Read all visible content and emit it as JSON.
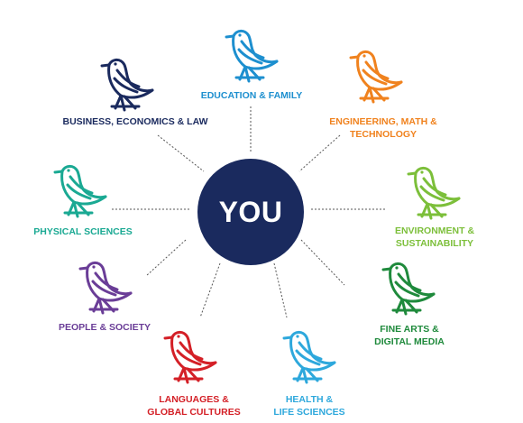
{
  "center": {
    "label": "YOU",
    "color": "#1a2a5e"
  },
  "categories": [
    {
      "key": "education",
      "lines": [
        "EDUCATION & FAMILY"
      ],
      "color": "#1d8fcf",
      "icon": "bird-icon"
    },
    {
      "key": "engineering",
      "lines": [
        "ENGINEERING, MATH &",
        "TECHNOLOGY"
      ],
      "color": "#f0821e",
      "icon": "bird-icon"
    },
    {
      "key": "environment",
      "lines": [
        "ENVIRONMENT &",
        "SUSTAINABILITY"
      ],
      "color": "#7cbf3a",
      "icon": "bird-icon"
    },
    {
      "key": "fine-arts",
      "lines": [
        "FINE ARTS &",
        "DIGITAL MEDIA"
      ],
      "color": "#1f8a3c",
      "icon": "bird-icon"
    },
    {
      "key": "health",
      "lines": [
        "HEALTH &",
        "LIFE SCIENCES"
      ],
      "color": "#2ea8dc",
      "icon": "bird-icon"
    },
    {
      "key": "languages",
      "lines": [
        "LANGUAGES &",
        "GLOBAL CULTURES"
      ],
      "color": "#d42027",
      "icon": "bird-icon"
    },
    {
      "key": "people",
      "lines": [
        "PEOPLE & SOCIETY"
      ],
      "color": "#6a3d97",
      "icon": "bird-icon"
    },
    {
      "key": "physical",
      "lines": [
        "PHYSICAL SCIENCES"
      ],
      "color": "#1aa993",
      "icon": "bird-icon"
    },
    {
      "key": "business",
      "lines": [
        "BUSINESS, ECONOMICS & LAW"
      ],
      "color": "#1a2a5e",
      "icon": "bird-icon"
    }
  ]
}
